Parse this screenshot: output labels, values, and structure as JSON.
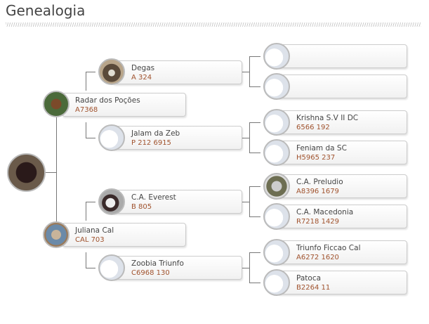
{
  "title": "Genealogia",
  "root": {
    "photo": "animal-photo"
  },
  "parents": [
    {
      "name": "Radar dos Poções",
      "reg": "A7368"
    },
    {
      "name": "Juliana Cal",
      "reg": "CAL 703"
    }
  ],
  "grandparents": [
    {
      "name": "Degas",
      "reg": "A 324"
    },
    {
      "name": "Jalam da Zeb",
      "reg": "P 212 6915"
    },
    {
      "name": "C.A. Everest",
      "reg": "B 805"
    },
    {
      "name": "Zoobia Triunfo",
      "reg": "C6968 130"
    }
  ],
  "great_grandparents": [
    {
      "name": "",
      "reg": ""
    },
    {
      "name": "",
      "reg": ""
    },
    {
      "name": "Krishna S.V II DC",
      "reg": "6566 192"
    },
    {
      "name": "Feniam da SC",
      "reg": "H5965 237"
    },
    {
      "name": "C.A. Preludio",
      "reg": "A8396 1679"
    },
    {
      "name": "C.A. Macedonia",
      "reg": "R7218 1429"
    },
    {
      "name": "Triunfo Ficcao Cal",
      "reg": "A6272 1620"
    },
    {
      "name": "Patoca",
      "reg": "B2264 11"
    }
  ]
}
